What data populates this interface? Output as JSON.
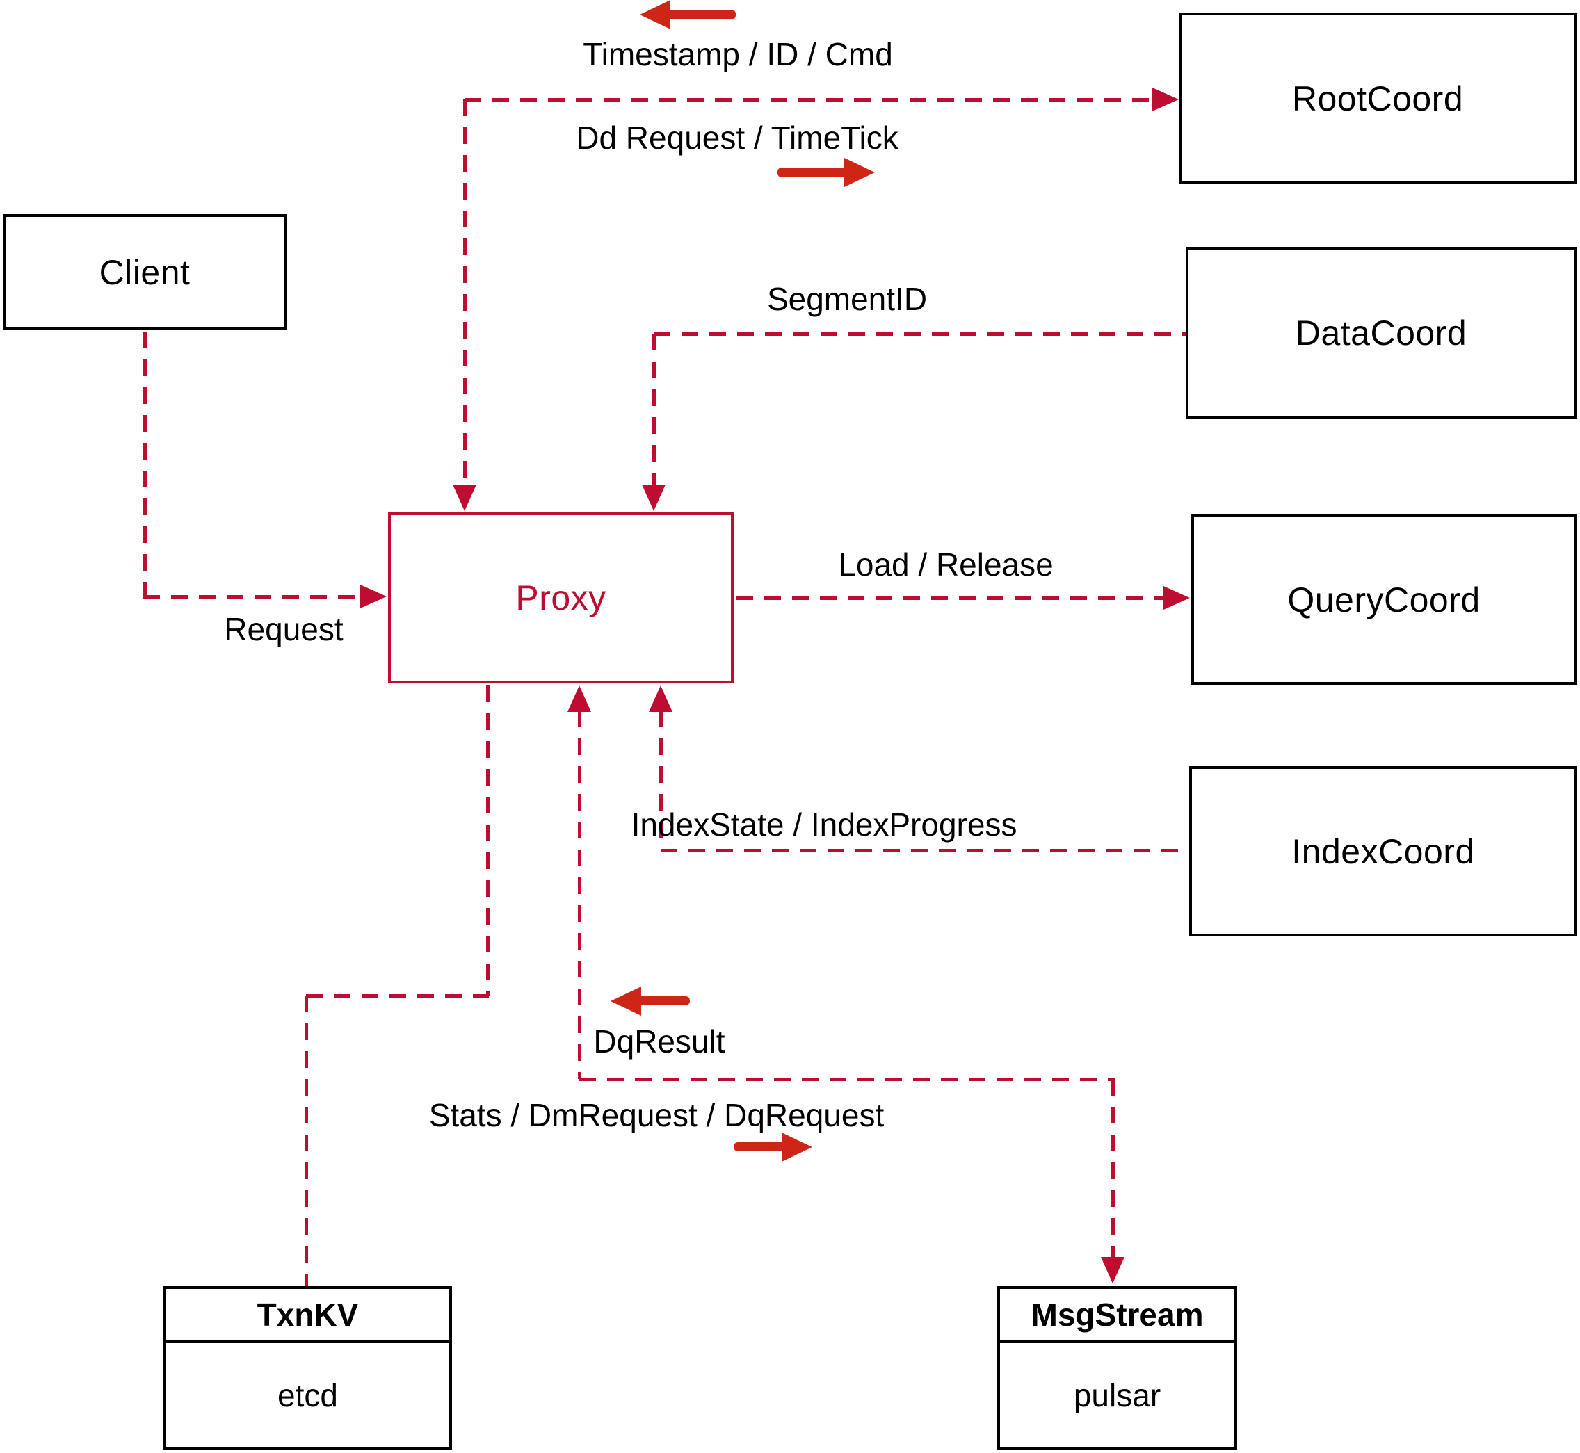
{
  "colors": {
    "line_red": "#bf0d31",
    "arrow_red": "#cd2616",
    "ink": "#000000",
    "paper": "#ffffff"
  },
  "nodes": {
    "client": {
      "label": "Client"
    },
    "proxy": {
      "label": "Proxy"
    },
    "root_coord": {
      "label": "RootCoord"
    },
    "data_coord": {
      "label": "DataCoord"
    },
    "query_coord": {
      "label": "QueryCoord"
    },
    "index_coord": {
      "label": "IndexCoord"
    },
    "txn_kv": {
      "title": "TxnKV",
      "impl": "etcd"
    },
    "msg_stream": {
      "title": "MsgStream",
      "impl": "pulsar"
    }
  },
  "edge_labels": {
    "timestamp_id_cmd": "Timestamp / ID / Cmd",
    "dd_request_timetick": "Dd Request / TimeTick",
    "segment_id": "SegmentID",
    "load_release": "Load / Release",
    "index_state_progress": "IndexState / IndexProgress",
    "dq_result": "DqResult",
    "stats_dm_dq_request": "Stats / DmRequest / DqRequest",
    "request": "Request"
  }
}
